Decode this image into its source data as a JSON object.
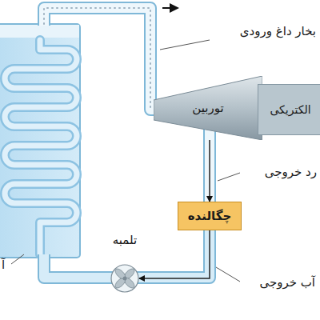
{
  "diagram": {
    "nodes": [
      {
        "text": [
          "توربین"
        ]
      },
      {
        "text": [
          "الکتریکی"
        ]
      },
      {
        "text": [
          "چگالنده"
        ]
      },
      {
        "text": [
          "تلمبه"
        ]
      }
    ],
    "edges": [
      {
        "from": 0,
        "to": 2,
        "arrow": "to"
      },
      {
        "from": 2,
        "to": 3,
        "arrow": "to"
      }
    ],
    "labels": [
      "بخار داغ ورودی",
      "رد خروجی",
      "آب خروجی",
      "آ"
    ]
  }
}
